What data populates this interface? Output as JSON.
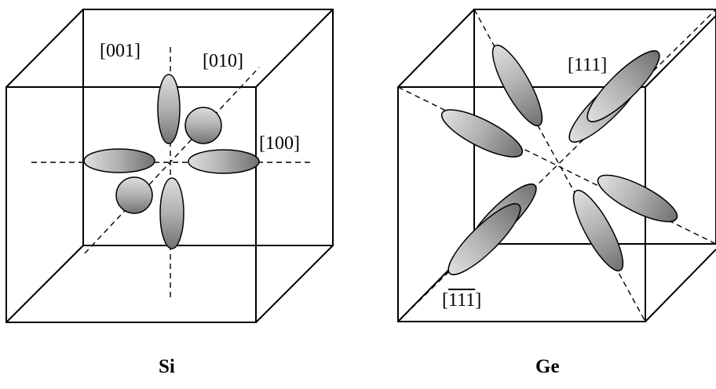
{
  "panels": [
    {
      "caption": "Si",
      "directions": [
        "[001]",
        "[010]",
        "[100]"
      ]
    },
    {
      "caption": "Ge",
      "directions": [
        "[111]"
      ],
      "negative_direction": {
        "open": "[",
        "digits": [
          "1",
          "1",
          "1"
        ],
        "close": "]",
        "overbar": true
      }
    }
  ]
}
